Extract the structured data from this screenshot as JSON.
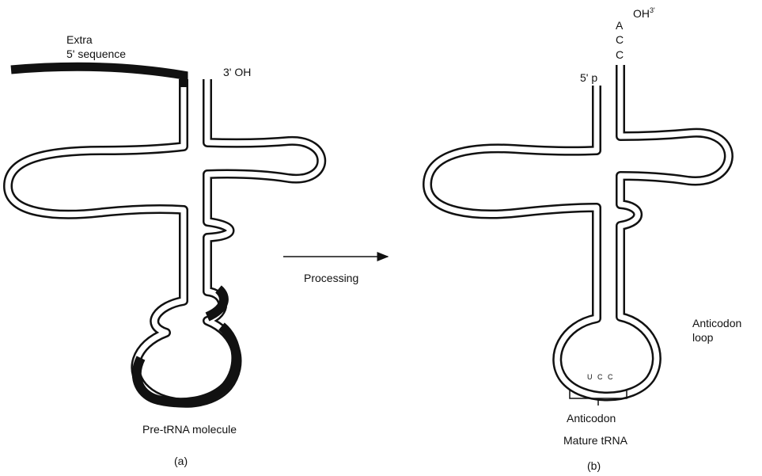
{
  "colors": {
    "strand_outline": "#111111",
    "strand_fill": "#ffffff",
    "extra_segment": "#111111",
    "background": "#ffffff"
  },
  "panel_a": {
    "extra_label_line1": "Extra",
    "extra_label_line2": "5' sequence",
    "three_prime_label": "3' OH",
    "molecule_label": "Pre-tRNA molecule",
    "panel_label": "(a)"
  },
  "arrow": {
    "label": "Processing"
  },
  "panel_b": {
    "oh_label": "OH",
    "oh_superscript": "3'",
    "cca_a": "A",
    "cca_c1": "C",
    "cca_c2": "C",
    "five_prime_label": "5' p",
    "anticodon_loop_line1": "Anticodon",
    "anticodon_loop_line2": "loop",
    "anticodon_bases": "U C C",
    "anticodon_label": "Anticodon",
    "molecule_label": "Mature tRNA",
    "panel_label": "(b)"
  }
}
